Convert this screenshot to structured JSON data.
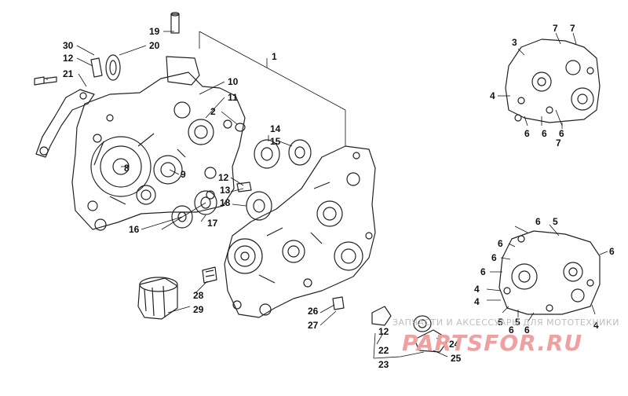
{
  "diagram": {
    "callouts": [
      {
        "id": "c1",
        "label": "1"
      },
      {
        "id": "c2",
        "label": "2"
      },
      {
        "id": "c8",
        "label": "8"
      },
      {
        "id": "c9",
        "label": "9"
      },
      {
        "id": "c10",
        "label": "10"
      },
      {
        "id": "c11",
        "label": "11"
      },
      {
        "id": "c12a",
        "label": "12"
      },
      {
        "id": "c12b",
        "label": "12"
      },
      {
        "id": "c12c",
        "label": "12"
      },
      {
        "id": "c13",
        "label": "13"
      },
      {
        "id": "c14",
        "label": "14"
      },
      {
        "id": "c15",
        "label": "15"
      },
      {
        "id": "c16",
        "label": "16"
      },
      {
        "id": "c17",
        "label": "17"
      },
      {
        "id": "c18",
        "label": "18"
      },
      {
        "id": "c19",
        "label": "19"
      },
      {
        "id": "c20",
        "label": "20"
      },
      {
        "id": "c21",
        "label": "21"
      },
      {
        "id": "c22",
        "label": "22"
      },
      {
        "id": "c23",
        "label": "23"
      },
      {
        "id": "c24",
        "label": "24"
      },
      {
        "id": "c25",
        "label": "25"
      },
      {
        "id": "c26",
        "label": "26"
      },
      {
        "id": "c27",
        "label": "27"
      },
      {
        "id": "c28",
        "label": "28"
      },
      {
        "id": "c29",
        "label": "29"
      },
      {
        "id": "c30",
        "label": "30"
      },
      {
        "id": "c3",
        "label": "3"
      },
      {
        "id": "c4a",
        "label": "4"
      },
      {
        "id": "c6a",
        "label": "6"
      },
      {
        "id": "c6b",
        "label": "6"
      },
      {
        "id": "c6c",
        "label": "6"
      },
      {
        "id": "c7a",
        "label": "7"
      },
      {
        "id": "c7b",
        "label": "7"
      },
      {
        "id": "c7c",
        "label": "7"
      },
      {
        "id": "c5a",
        "label": "5"
      },
      {
        "id": "c6d",
        "label": "6"
      },
      {
        "id": "c6e",
        "label": "6"
      },
      {
        "id": "c6f",
        "label": "6"
      },
      {
        "id": "c6g",
        "label": "6"
      },
      {
        "id": "c6h",
        "label": "6"
      },
      {
        "id": "c4b",
        "label": "4"
      },
      {
        "id": "c4c",
        "label": "4"
      },
      {
        "id": "c4d",
        "label": "4"
      },
      {
        "id": "c5b",
        "label": "5"
      },
      {
        "id": "c5c",
        "label": "5"
      },
      {
        "id": "c6i",
        "label": "6"
      },
      {
        "id": "c6j",
        "label": "6"
      }
    ]
  },
  "watermark": {
    "line1": "ЗАПЧАСТИ И АКСЕССУАРЫ ДЛЯ МОТОТЕХНИКИ",
    "line2": "PARTSFOR.RU"
  }
}
